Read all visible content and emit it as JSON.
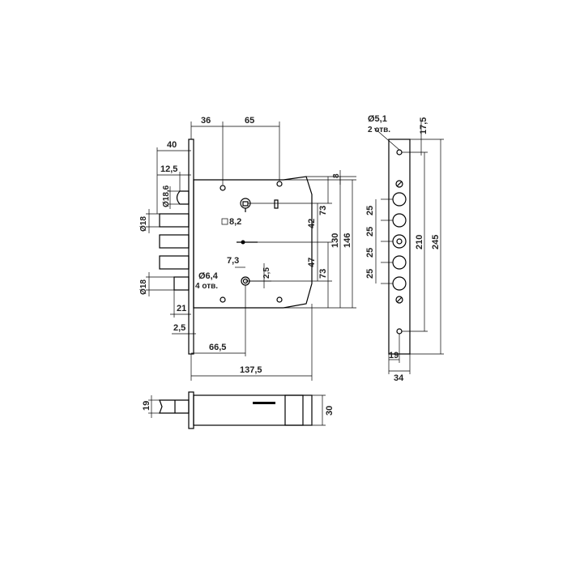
{
  "dims": {
    "d36": "36",
    "d65": "65",
    "d40": "40",
    "d12_5": "12,5",
    "d18_6": "Ø18,6",
    "d18a": "Ø18",
    "d18b": "Ø18",
    "d21": "21",
    "d2_5l": "2,5",
    "d66_5": "66,5",
    "d137_5": "137,5",
    "d8_2": "8,2",
    "d7_3": "7,3",
    "d2_5r": "2,5",
    "d6_4": "Ø6,4",
    "holes4": "4 отв.",
    "d73a": "73",
    "d42": "42",
    "d47": "47",
    "d73b": "73",
    "d130": "130",
    "d146": "146",
    "d8": "8",
    "d5_1": "Ø5,1",
    "holes2": "2 отв.",
    "d17_5": "17,5",
    "d25a": "25",
    "d25b": "25",
    "d25c": "25",
    "d25d": "25",
    "d210": "210",
    "d245": "245",
    "d19b": "19",
    "d34": "34",
    "d19s": "19",
    "d30": "30"
  }
}
